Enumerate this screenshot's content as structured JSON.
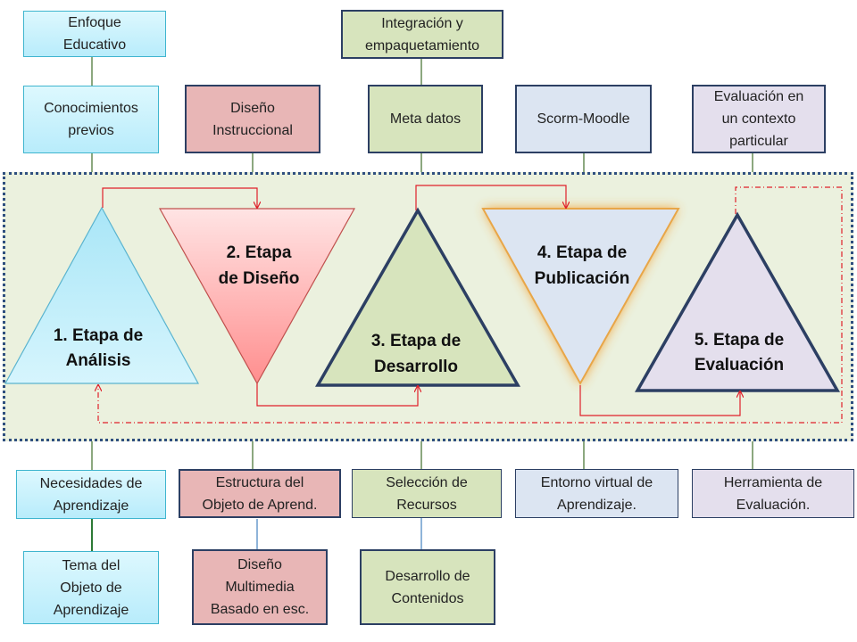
{
  "top_boxes": {
    "enfoque": "Enfoque\nEducativo",
    "integracion": "Integración y\nempaquetamiento",
    "conocimientos": "Conocimientos\nprevios",
    "diseno_instruccional": "Diseño\nInstruccional",
    "meta_datos": "Meta datos",
    "scorm": "Scorm-Moodle",
    "evaluacion_contexto": "Evaluación en\nun contexto\nparticular"
  },
  "stages": [
    {
      "line1": "1. Etapa de",
      "line2": "Análisis"
    },
    {
      "line1": "2. Etapa",
      "line2": "de Diseño"
    },
    {
      "line1": "3. Etapa de",
      "line2": "Desarrollo"
    },
    {
      "line1": "4. Etapa de",
      "line2": "Publicación"
    },
    {
      "line1": "5. Etapa de",
      "line2": "Evaluación"
    }
  ],
  "bottom_boxes": {
    "necesidades": "Necesidades de\nAprendizaje",
    "estructura": "Estructura del\nObjeto de Aprend.",
    "seleccion": "Selección de\nRecursos",
    "entorno": "Entorno virtual de\nAprendizaje.",
    "herramienta": "Herramienta de\nEvaluación.",
    "tema": "Tema del\nObjeto de\nAprendizaje",
    "diseno_multimedia": "Diseño\nMultimedia\nBasado en esc.",
    "desarrollo_contenidos": "Desarrollo de\nContenidos"
  },
  "colors": {
    "border_dark": "#2c3f63",
    "arrow_red": "#e0202a",
    "band_bg": "#ebf1de"
  }
}
